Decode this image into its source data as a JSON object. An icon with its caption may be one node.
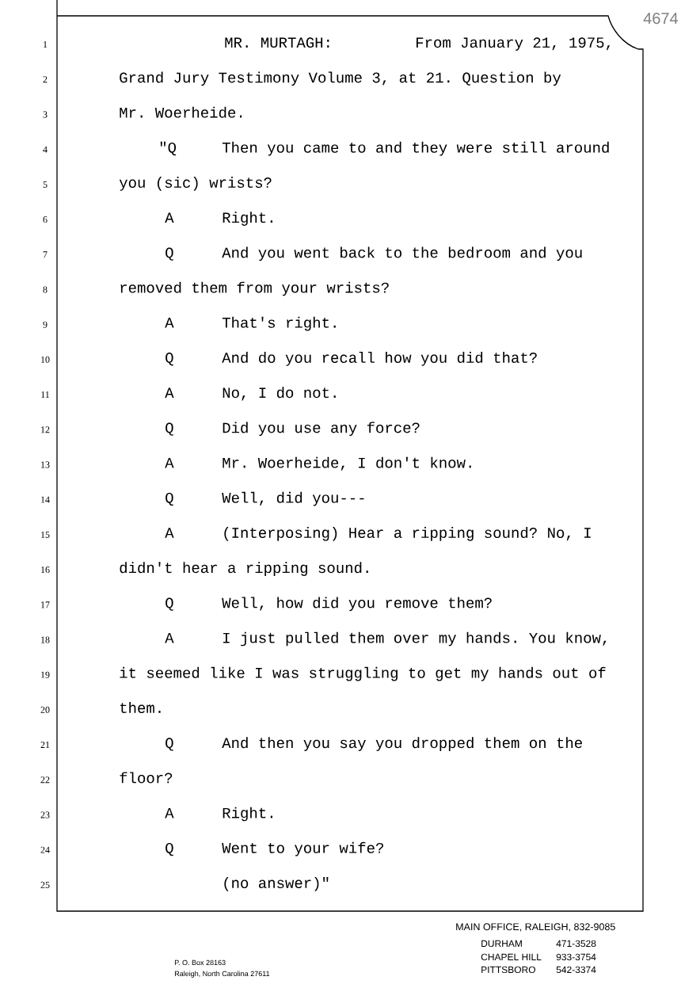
{
  "diagram": {
    "labels": [
      "4674",
      "1",
      "MR. MURTAGH:",
      "From January 21, 1975,",
      "2",
      "Grand Jury Testimony Volume 3, at 21.  Question by",
      "3",
      "Mr. Woerheide.",
      "4",
      "\"Q",
      "Then you came to and they were still around",
      "5",
      "you (sic) wrists?",
      "6",
      "A",
      "Right.",
      "7",
      "Q",
      "And you went back to the bedroom and you",
      "8",
      "removed them from your wrists?",
      "9",
      "A",
      "That's right.",
      "10",
      "Q",
      "And do you recall how you did that?",
      "11",
      "A",
      "No, I do not.",
      "12",
      "Q",
      "Did you use any force?",
      "13",
      "A",
      "Mr. Woerheide, I don't know.",
      "14",
      "Q",
      "Well, did you---",
      "15",
      "A",
      "(Interposing)  Hear a ripping sound?  No, I",
      "16",
      "didn't hear a ripping sound.",
      "17",
      "Q",
      "Well, how did you remove them?",
      "18",
      "A",
      "I just pulled them over my hands.  You know,",
      "19",
      "it seemed like I was struggling to get my hands out of",
      "20",
      "them.",
      "21",
      "Q",
      "And then you say you dropped them on the",
      "22",
      "floor?",
      "23",
      "A",
      "Right.",
      "24",
      "Q",
      "Went to your wife?",
      "25",
      "(no answer)\"",
      "P. O. Box 28163",
      "Raleigh, North Carolina 27611",
      "MAIN OFFICE, RALEIGH, 832-9085",
      "DURHAM",
      "471-3528",
      "CHAPEL HILL",
      "933-3754",
      "PITTSBORO",
      "542-3374"
    ]
  }
}
